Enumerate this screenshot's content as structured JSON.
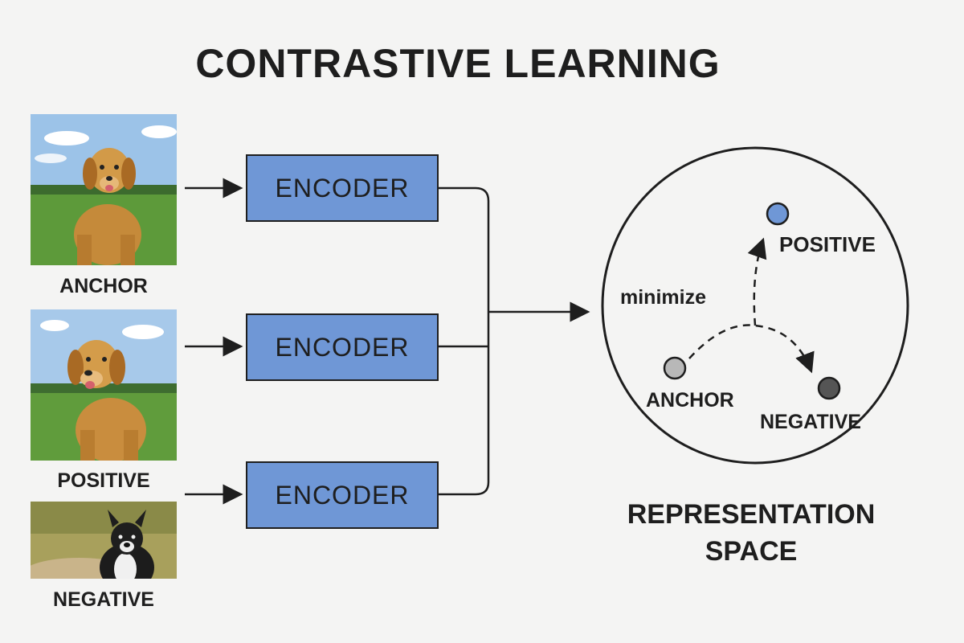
{
  "title": "CONTRASTIVE LEARNING",
  "inputs": [
    {
      "label": "ANCHOR"
    },
    {
      "label": "POSITIVE"
    },
    {
      "label": "NEGATIVE"
    }
  ],
  "encoder_label": "ENCODER",
  "space": {
    "title_line1": "REPRESENTATION",
    "title_line2": "SPACE",
    "minimize_label": "minimize",
    "points": {
      "anchor": "ANCHOR",
      "positive": "POSITIVE",
      "negative": "NEGATIVE"
    }
  },
  "colors": {
    "background": "#f4f4f3",
    "encoder": "#6f97d6",
    "positive_point": "#6f97d6",
    "anchor_point": "#b8b8b8",
    "negative_point": "#555555"
  }
}
